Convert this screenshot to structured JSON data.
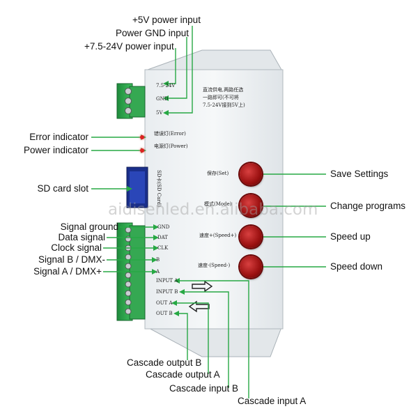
{
  "callouts": {
    "top": [
      "+5V power input",
      "Power GND input",
      "+7.5-24V power input"
    ],
    "left": [
      "Error indicator",
      "Power indicator",
      "SD card slot",
      "Signal ground",
      "Data signal",
      "Clock signal",
      "Signal B / DMX-",
      "Signal A / DMX+"
    ],
    "right": [
      "Save Settings",
      "Change programs",
      "Speed up",
      "Speed down"
    ],
    "bottom": [
      "Cascade output B",
      "Cascade output A",
      "Cascade input B",
      "Cascade input A"
    ]
  },
  "panel": {
    "v_in": "7.5-24V",
    "gnd": "GND",
    "v5": "5V",
    "note_1": "直流供电,两路任选",
    "note_2": "一路即可(不可将",
    "note_3": "7.5-24V接到5V上)",
    "error": "错误灯(Error)",
    "power": "电源灯(Power)",
    "sd": "SD卡(SD Card)",
    "set": "保存(Set)",
    "mode": "模式(Mode)",
    "speed_up": "速度+(Speed+)",
    "speed_down": "速度-(Speed-)",
    "sig_gnd": "GND",
    "dat": "DAT",
    "clk": "CLK",
    "b": "B",
    "a": "A",
    "input_a": "INPUT A",
    "input_b": "INPUT B",
    "out_a": "OUT A",
    "out_b": "OUT B"
  },
  "watermark": "aidisenled.en.alibaba.com",
  "colors": {
    "leader_lines": "#27a844",
    "buttons": "#a31313",
    "terminal_blocks": "#2e9c4a",
    "body": "#eef1f3"
  }
}
